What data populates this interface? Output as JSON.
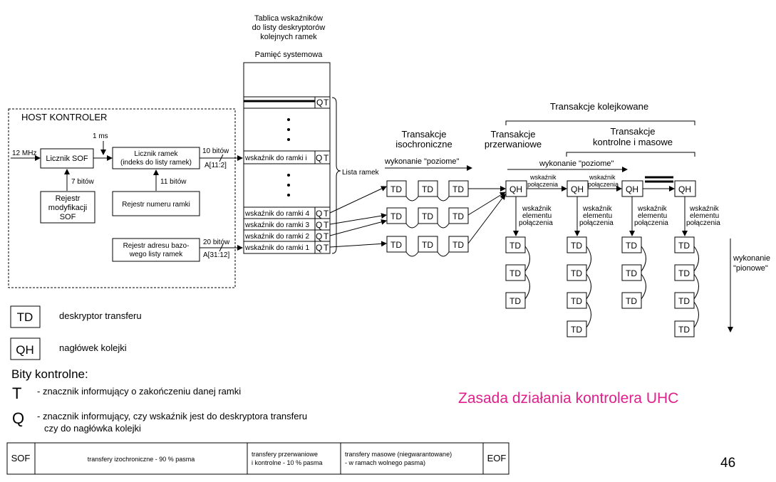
{
  "host": {
    "title": "HOST KONTROLER",
    "clock": "12 MHz",
    "sof_counter": "Licznik SOF",
    "bits7": "7 bitów",
    "sof_reg_l1": "Rejestr",
    "sof_reg_l2": "modyfikacji",
    "sof_reg_l3": "SOF",
    "ms": "1 ms",
    "frame_counter_l1": "Licznik ramek",
    "frame_counter_l2": "(indeks do listy ramek)",
    "bits11": "11 bitów",
    "frame_num_reg": "Rejestr numeru ramki",
    "bits10": "10 bitów",
    "addr_a11": "A[11:2]",
    "base_reg_l1": "Rejestr adresu bazo-",
    "base_reg_l2": "wego listy ramek",
    "bits20": "20 bitów",
    "addr_a31": "A[31:12]"
  },
  "memory": {
    "header_l1": "Tablica wskaźników",
    "header_l2": "do listy deskryptorów",
    "header_l3": "kolejnych ramek",
    "system_memory": "Pamięć systemowa",
    "ptr_i": "wskaźnik do ramki i",
    "ptr_4": "wskaźnik do ramki 4",
    "ptr_3": "wskaźnik do ramki 3",
    "ptr_2": "wskaźnik do ramki 2",
    "ptr_1": "wskaźnik do ramki 1",
    "q": "Q",
    "t": "T",
    "frame_list": "Lista ramek"
  },
  "transactions": {
    "iso_l1": "Transakcje",
    "iso_l2": "isochroniczne",
    "horizontal_exec": "wykonanie \"poziome\"",
    "interrupt_l1": "Transakcje",
    "interrupt_l2": "przerwaniowe",
    "queued": "Transakcje kolejkowane",
    "bulk_l1": "Transakcje",
    "bulk_l2": "kontrolne i masowe",
    "horizontal_exec2": "wykonanie \"poziome\"",
    "link_ptr_l1": "wskaźnik",
    "link_ptr_l2": "połączenia",
    "elem_ptr_l1": "wskaźnik",
    "elem_ptr_l2": "elementu",
    "elem_ptr_l3": "połączenia",
    "vertical_l1": "wykonanie",
    "vertical_l2": "\"pionowe\"",
    "td": "TD",
    "qh": "QH"
  },
  "legend": {
    "td": "TD",
    "td_desc": "deskryptor transferu",
    "qh": "QH",
    "qh_desc": "nagłówek kolejki",
    "control_bits": "Bity kontrolne:",
    "t": "T",
    "t_desc": "- znacznik informujący o zakończeniu danej ramki",
    "q": "Q",
    "q_desc_l1": "- znacznik informujący, czy wskaźnik jest do deskryptora transferu",
    "q_desc_l2": "czy do nagłówka kolejki"
  },
  "slide_title": "Zasada działania kontrolera UHC",
  "frame_bar": {
    "sof": "SOF",
    "iso": "transfery izochroniczne - 90 % pasma",
    "int_l1": "transfery przerwaniowe",
    "int_l2": "i kontrolne - 10 % pasma",
    "bulk_l1": "transfery masowe (niegwarantowane)",
    "bulk_l2": "- w ramach wolnego pasma)",
    "eof": "EOF"
  },
  "page_number": "46",
  "colors": {
    "title": "#e0208c",
    "line": "#000000"
  }
}
